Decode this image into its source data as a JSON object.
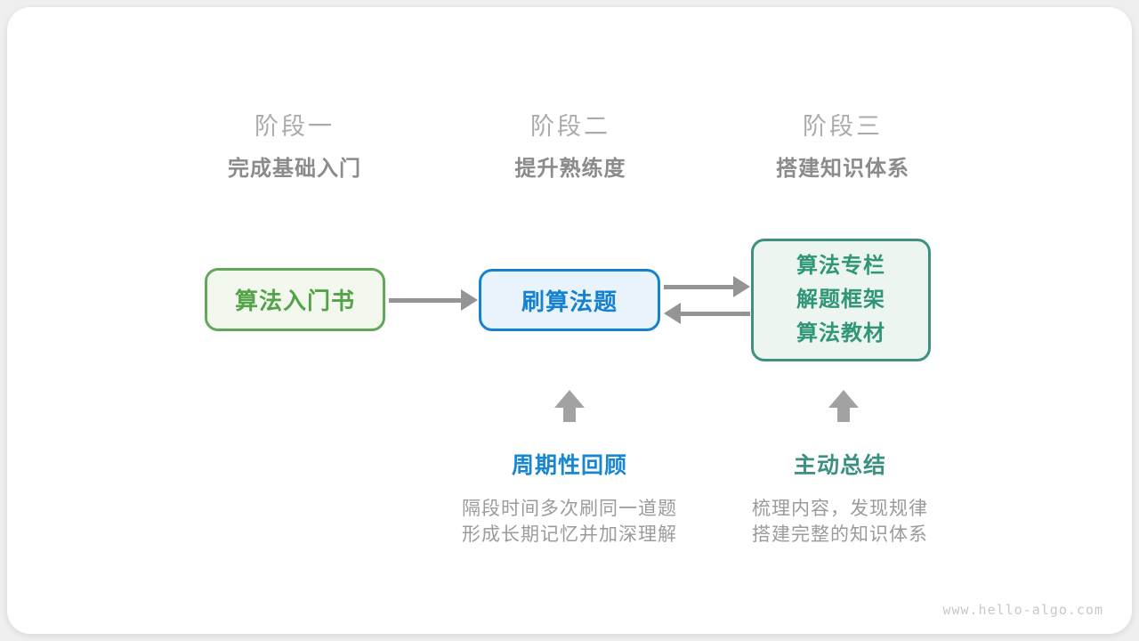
{
  "colors": {
    "stage_title_gray": "#ababab",
    "stage_subtitle_gray": "#8b8b8b",
    "box1_green": "#54a348",
    "box1_border": "#63a85a",
    "box2_blue": "#1681cf",
    "box3_teal": "#2f9678",
    "box3_border": "#3f907f",
    "arrow_gray": "#949494",
    "annotation_blue": "#1787d1",
    "annotation_teal": "#3b9181",
    "body_text_gray": "#9b9b9b",
    "watermark_gray": "#c8c8c8"
  },
  "stages": [
    {
      "title": "阶段一",
      "subtitle": "完成基础入门"
    },
    {
      "title": "阶段二",
      "subtitle": "提升熟练度"
    },
    {
      "title": "阶段三",
      "subtitle": "搭建知识体系"
    }
  ],
  "boxes": [
    {
      "label": "算法入门书"
    },
    {
      "label": "刷算法题"
    },
    {
      "lines": [
        "算法专栏",
        "解题框架",
        "算法教材"
      ]
    }
  ],
  "annotations": [
    {
      "heading": "周期性回顾",
      "lines": [
        "隔段时间多次刷同一道题",
        "形成长期记忆并加深理解"
      ]
    },
    {
      "heading": "主动总结",
      "lines": [
        "梳理内容，发现规律",
        "搭建完整的知识体系"
      ]
    }
  ],
  "watermark": "www.hello-algo.com"
}
